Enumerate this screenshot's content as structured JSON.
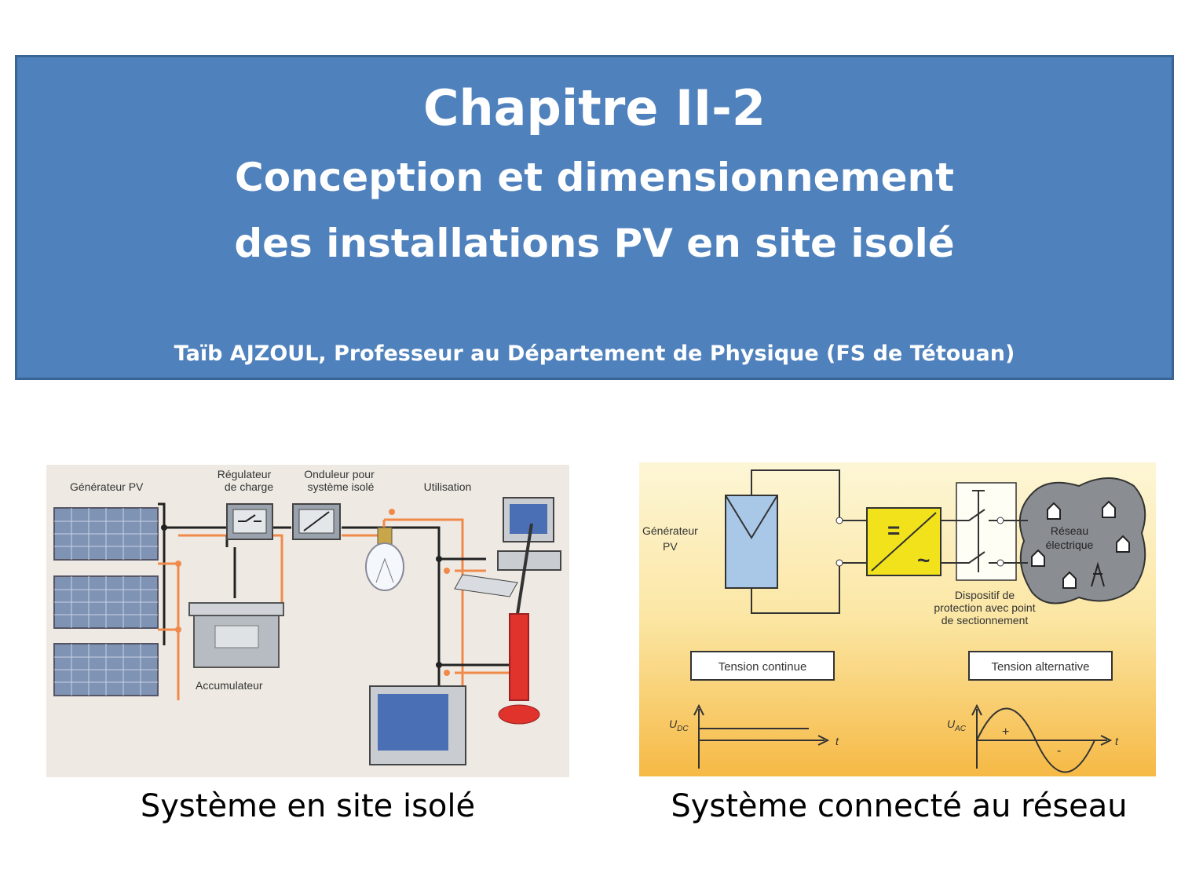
{
  "header": {
    "chapter": "Chapitre II-2",
    "subtitle_line1": "Conception et dimensionnement",
    "subtitle_line2": "des installations PV en site isolé",
    "author": "Taïb AJZOUL, Professeur au Département de Physique (FS de Tétouan)"
  },
  "left_figure": {
    "labels": {
      "generator": "Générateur PV",
      "regulator_1": "Régulateur",
      "regulator_2": "de charge",
      "inverter_1": "Onduleur pour",
      "inverter_2": "système isolé",
      "usage": "Utilisation",
      "battery": "Accumulateur"
    },
    "caption": "Système en site isolé"
  },
  "right_figure": {
    "labels": {
      "generator_1": "Générateur",
      "generator_2": "PV",
      "grid_1": "Réseau",
      "grid_2": "électrique",
      "protection_1": "Dispositif de",
      "protection_2": "protection avec point",
      "protection_3": "de sectionnement",
      "dc_box": "Tension continue",
      "ac_box": "Tension alternative",
      "udc": "U",
      "udc_sub": "DC",
      "uac": "U",
      "uac_sub": "AC",
      "t1": "t",
      "t2": "t",
      "plus": "+",
      "minus": "-",
      "eq": "=",
      "tilde": "~"
    },
    "caption": "Système connecté au réseau"
  },
  "colors": {
    "title_bg": "#4f81bd",
    "wire_orange": "#f08a4b",
    "inverter_yellow": "#f2e21c",
    "panel_blue": "#a9c8e8"
  }
}
